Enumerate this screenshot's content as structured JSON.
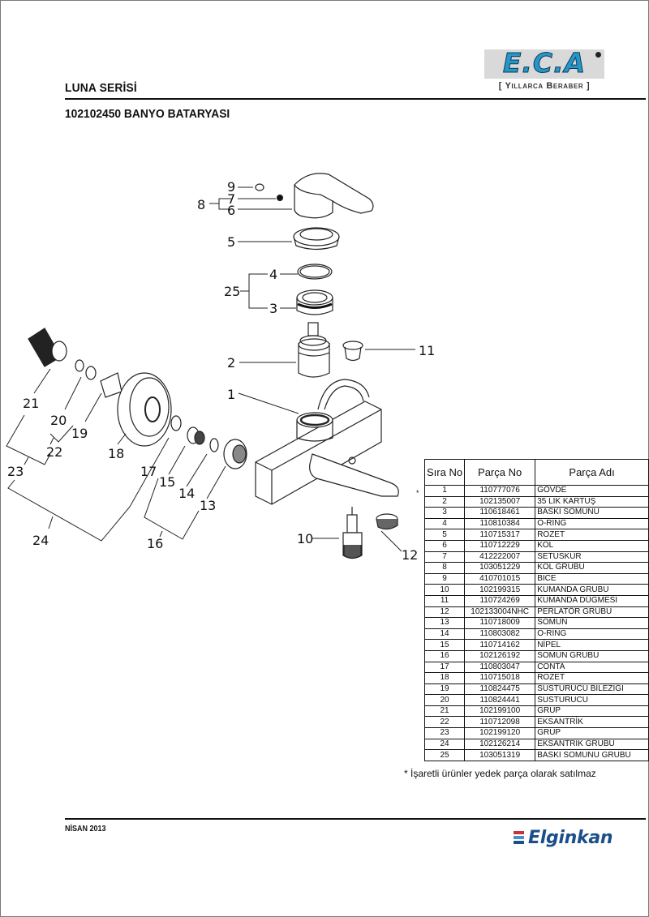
{
  "header": {
    "series": "LUNA SERİSİ",
    "model": "102102450 BANYO BATARYASI",
    "logo_text": "E.C.A",
    "slogan": "[ Yıllarca Beraber ]",
    "logo_color": "#2596c8"
  },
  "diagram": {
    "title": "Exploded view of bath mixer",
    "callouts": [
      {
        "label": "9"
      },
      {
        "label": "7"
      },
      {
        "label": "8"
      },
      {
        "label": "6"
      },
      {
        "label": "5"
      },
      {
        "label": "4"
      },
      {
        "label": "25"
      },
      {
        "label": "3"
      },
      {
        "label": "2"
      },
      {
        "label": "11"
      },
      {
        "label": "1"
      },
      {
        "label": "21"
      },
      {
        "label": "20"
      },
      {
        "label": "19"
      },
      {
        "label": "22"
      },
      {
        "label": "18"
      },
      {
        "label": "23"
      },
      {
        "label": "17"
      },
      {
        "label": "15"
      },
      {
        "label": "14"
      },
      {
        "label": "13"
      },
      {
        "label": "24"
      },
      {
        "label": "16"
      },
      {
        "label": "10"
      },
      {
        "label": "12"
      }
    ]
  },
  "table": {
    "headers": {
      "no": "Sıra No",
      "part_no": "Parça No",
      "part_name": "Parça Adı"
    },
    "asterisk": "*",
    "rows": [
      {
        "no": "1",
        "part_no": "110777076",
        "name": "GÖVDE"
      },
      {
        "no": "2",
        "part_no": "102135007",
        "name": "35 LİK KARTUŞ"
      },
      {
        "no": "3",
        "part_no": "110618461",
        "name": "BASKI SOMUNU"
      },
      {
        "no": "4",
        "part_no": "110810384",
        "name": "O-RİNG"
      },
      {
        "no": "5",
        "part_no": "110715317",
        "name": "ROZET"
      },
      {
        "no": "6",
        "part_no": "110712229",
        "name": "KOL"
      },
      {
        "no": "7",
        "part_no": "412222007",
        "name": "SETUSKUR"
      },
      {
        "no": "8",
        "part_no": "103051229",
        "name": "KOL GRUBU"
      },
      {
        "no": "9",
        "part_no": "410701015",
        "name": "BİCE"
      },
      {
        "no": "10",
        "part_no": "102199315",
        "name": "KUMANDA GRUBU"
      },
      {
        "no": "11",
        "part_no": "110724269",
        "name": "KUMANDA DÜĞMESİ"
      },
      {
        "no": "12",
        "part_no": "102133004NHC",
        "name": "PERLATÖR GRUBU"
      },
      {
        "no": "13",
        "part_no": "110718009",
        "name": "SOMUN"
      },
      {
        "no": "14",
        "part_no": "110803082",
        "name": "O-RİNG"
      },
      {
        "no": "15",
        "part_no": "110714162",
        "name": "NİPEL"
      },
      {
        "no": "16",
        "part_no": "102126192",
        "name": "SOMUN GRUBU"
      },
      {
        "no": "17",
        "part_no": "110803047",
        "name": "CONTA"
      },
      {
        "no": "18",
        "part_no": "110715018",
        "name": "ROZET"
      },
      {
        "no": "19",
        "part_no": "110824475",
        "name": "SUSTURUCU BİLEZİĞİ"
      },
      {
        "no": "20",
        "part_no": "110824441",
        "name": "SUSTURUCU"
      },
      {
        "no": "21",
        "part_no": "102199100",
        "name": "GRUP"
      },
      {
        "no": "22",
        "part_no": "110712098",
        "name": "EKSANTRİK"
      },
      {
        "no": "23",
        "part_no": "102199120",
        "name": "GRUP"
      },
      {
        "no": "24",
        "part_no": "102126214",
        "name": "EKSANTRİK GRUBU"
      },
      {
        "no": "25",
        "part_no": "103051319",
        "name": "BASKI SOMUNU GRUBU"
      }
    ],
    "footnote": "* İşaretli ürünler yedek parça olarak satılmaz"
  },
  "footer": {
    "date": "NİSAN 2013",
    "brand": "Elginkan",
    "brand_stripe_colors": [
      "#c8323c",
      "#4a90c8",
      "#1b4f8a"
    ]
  }
}
